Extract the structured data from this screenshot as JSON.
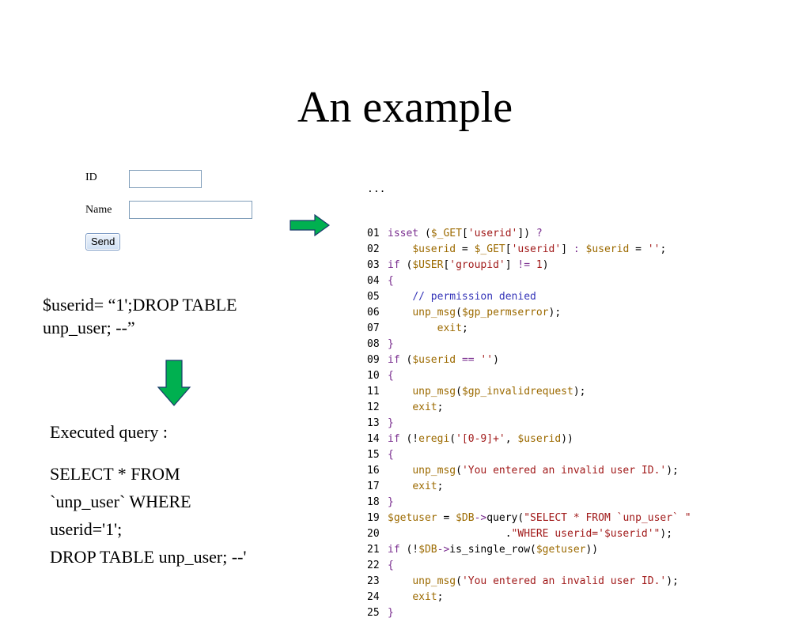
{
  "slide": {
    "title": "An example"
  },
  "form": {
    "id_label": "ID",
    "name_label": "Name",
    "id_value": "",
    "name_value": "",
    "send_label": "Send"
  },
  "injection": {
    "line1": "$userid= “1';DROP TABLE",
    "line2": "unp_user; --”"
  },
  "executed": {
    "heading": "Executed query :",
    "lines": [
      "SELECT * FROM",
      "`unp_user` WHERE",
      "userid='1';",
      "DROP TABLE unp_user; --'"
    ]
  },
  "arrows": {
    "color": "#00b050",
    "right": "arrow-right-icon",
    "down": "arrow-down-icon"
  },
  "code": {
    "ellipsis": "...",
    "lines": [
      {
        "n": "01",
        "segs": [
          [
            "kw",
            "isset"
          ],
          [
            "plain",
            " ("
          ],
          [
            "var",
            "$_GET"
          ],
          [
            "plain",
            "["
          ],
          [
            "str",
            "'userid'"
          ],
          [
            "plain",
            "]) "
          ],
          [
            "kw",
            "?"
          ]
        ]
      },
      {
        "n": "02",
        "segs": [
          [
            "plain",
            "    "
          ],
          [
            "var",
            "$userid"
          ],
          [
            "plain",
            " = "
          ],
          [
            "var",
            "$_GET"
          ],
          [
            "plain",
            "["
          ],
          [
            "str",
            "'userid'"
          ],
          [
            "plain",
            "] "
          ],
          [
            "kw",
            ":"
          ],
          [
            "plain",
            " "
          ],
          [
            "var",
            "$userid"
          ],
          [
            "plain",
            " = "
          ],
          [
            "str",
            "''"
          ],
          [
            "plain",
            ";"
          ]
        ]
      },
      {
        "n": "03",
        "segs": [
          [
            "kw",
            "if"
          ],
          [
            "plain",
            " ("
          ],
          [
            "var",
            "$USER"
          ],
          [
            "plain",
            "["
          ],
          [
            "str",
            "'groupid'"
          ],
          [
            "plain",
            "] "
          ],
          [
            "kw",
            "!="
          ],
          [
            "plain",
            " "
          ],
          [
            "str",
            "1"
          ],
          [
            "plain",
            ")"
          ]
        ]
      },
      {
        "n": "04",
        "segs": [
          [
            "kw",
            "{"
          ]
        ]
      },
      {
        "n": "05",
        "segs": [
          [
            "plain",
            "    "
          ],
          [
            "cmt",
            "// permission denied"
          ]
        ]
      },
      {
        "n": "06",
        "segs": [
          [
            "plain",
            "    "
          ],
          [
            "var",
            "unp_msg"
          ],
          [
            "plain",
            "("
          ],
          [
            "var",
            "$gp_permserror"
          ],
          [
            "plain",
            ");"
          ]
        ]
      },
      {
        "n": "07",
        "segs": [
          [
            "plain",
            "        "
          ],
          [
            "var",
            "exit"
          ],
          [
            "plain",
            ";"
          ]
        ]
      },
      {
        "n": "08",
        "segs": [
          [
            "kw",
            "}"
          ]
        ]
      },
      {
        "n": "09",
        "segs": [
          [
            "kw",
            "if"
          ],
          [
            "plain",
            " ("
          ],
          [
            "var",
            "$userid"
          ],
          [
            "plain",
            " "
          ],
          [
            "kw",
            "=="
          ],
          [
            "plain",
            " "
          ],
          [
            "str",
            "''"
          ],
          [
            "plain",
            ")"
          ]
        ]
      },
      {
        "n": "10",
        "segs": [
          [
            "kw",
            "{"
          ]
        ]
      },
      {
        "n": "11",
        "segs": [
          [
            "plain",
            "    "
          ],
          [
            "var",
            "unp_msg"
          ],
          [
            "plain",
            "("
          ],
          [
            "var",
            "$gp_invalidrequest"
          ],
          [
            "plain",
            ");"
          ]
        ]
      },
      {
        "n": "12",
        "segs": [
          [
            "plain",
            "    "
          ],
          [
            "var",
            "exit"
          ],
          [
            "plain",
            ";"
          ]
        ]
      },
      {
        "n": "13",
        "segs": [
          [
            "kw",
            "}"
          ]
        ]
      },
      {
        "n": "14",
        "segs": [
          [
            "kw",
            "if"
          ],
          [
            "plain",
            " (!"
          ],
          [
            "var",
            "eregi"
          ],
          [
            "plain",
            "("
          ],
          [
            "str",
            "'[0-9]+'"
          ],
          [
            "plain",
            ", "
          ],
          [
            "var",
            "$userid"
          ],
          [
            "plain",
            "))"
          ]
        ]
      },
      {
        "n": "15",
        "segs": [
          [
            "kw",
            "{"
          ]
        ]
      },
      {
        "n": "16",
        "segs": [
          [
            "plain",
            "    "
          ],
          [
            "var",
            "unp_msg"
          ],
          [
            "plain",
            "("
          ],
          [
            "str",
            "'You entered an invalid user ID.'"
          ],
          [
            "plain",
            ");"
          ]
        ]
      },
      {
        "n": "17",
        "segs": [
          [
            "plain",
            "    "
          ],
          [
            "var",
            "exit"
          ],
          [
            "plain",
            ";"
          ]
        ]
      },
      {
        "n": "18",
        "segs": [
          [
            "kw",
            "}"
          ]
        ]
      },
      {
        "n": "19",
        "segs": [
          [
            "var",
            "$getuser"
          ],
          [
            "plain",
            " = "
          ],
          [
            "var",
            "$DB"
          ],
          [
            "kw",
            "->"
          ],
          [
            "plain",
            "query("
          ],
          [
            "str",
            "\"SELECT * FROM `unp_user` \""
          ]
        ]
      },
      {
        "n": "20",
        "segs": [
          [
            "plain",
            "                   ."
          ],
          [
            "str",
            "\"WHERE userid='$userid'\""
          ],
          [
            "plain",
            ");"
          ]
        ]
      },
      {
        "n": "21",
        "segs": [
          [
            "kw",
            "if"
          ],
          [
            "plain",
            " (!"
          ],
          [
            "var",
            "$DB"
          ],
          [
            "kw",
            "->"
          ],
          [
            "plain",
            "is_single_row("
          ],
          [
            "var",
            "$getuser"
          ],
          [
            "plain",
            "))"
          ]
        ]
      },
      {
        "n": "22",
        "segs": [
          [
            "kw",
            "{"
          ]
        ]
      },
      {
        "n": "23",
        "segs": [
          [
            "plain",
            "    "
          ],
          [
            "var",
            "unp_msg"
          ],
          [
            "plain",
            "("
          ],
          [
            "str",
            "'You entered an invalid user ID.'"
          ],
          [
            "plain",
            ");"
          ]
        ]
      },
      {
        "n": "24",
        "segs": [
          [
            "plain",
            "    "
          ],
          [
            "var",
            "exit"
          ],
          [
            "plain",
            ";"
          ]
        ]
      },
      {
        "n": "25",
        "segs": [
          [
            "kw",
            "}"
          ]
        ]
      }
    ]
  }
}
